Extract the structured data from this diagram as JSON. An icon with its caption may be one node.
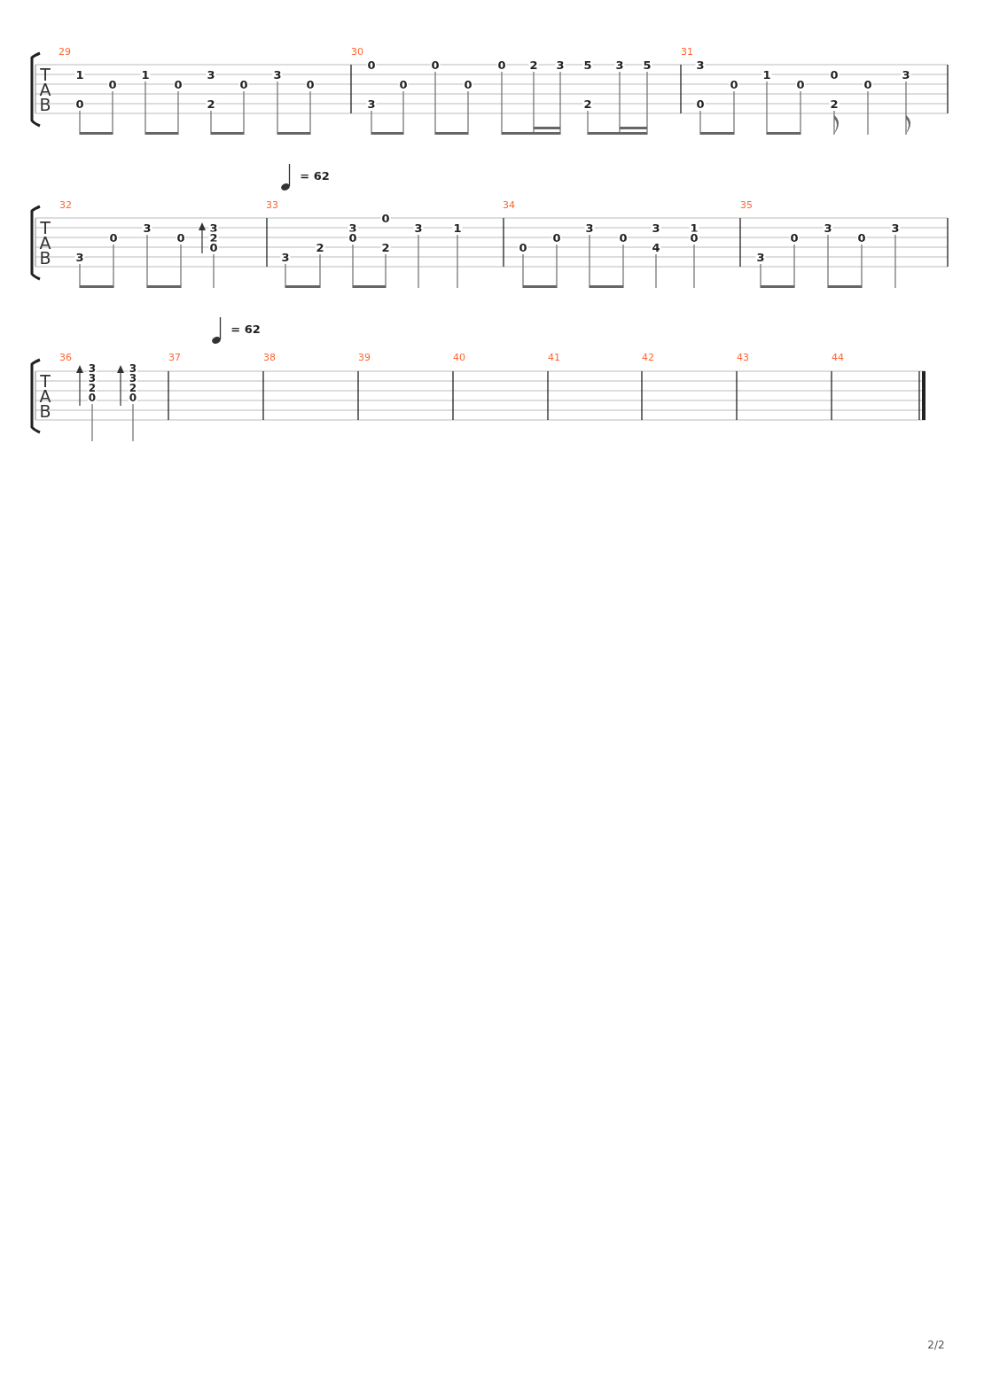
{
  "diagram": {
    "labels": [
      "29",
      "30",
      "31",
      "T",
      "A",
      "B",
      "1",
      "0",
      "0",
      "1",
      "0",
      "3",
      "2",
      "0",
      "3",
      "0",
      "0",
      "3",
      "0",
      "0",
      "0",
      "0",
      "2",
      "3",
      "5",
      "2",
      "3",
      "5",
      "3",
      "0",
      "0",
      "1",
      "0",
      "0",
      "2",
      "0",
      "3",
      "= 62",
      "32",
      "33",
      "34",
      "35",
      "T",
      "A",
      "B",
      "3",
      "0",
      "3",
      "0",
      "3",
      "2",
      "0",
      "3",
      "2",
      "3",
      "0",
      "0",
      "2",
      "3",
      "1",
      "0",
      "0",
      "3",
      "0",
      "3",
      "4",
      "1",
      "0",
      "3",
      "0",
      "3",
      "0",
      "3",
      "= 62",
      "36",
      "37",
      "38",
      "39",
      "40",
      "41",
      "42",
      "43",
      "44",
      "T",
      "A",
      "B",
      "3",
      "3",
      "2",
      "0",
      "3",
      "3",
      "2",
      "0",
      "2/2"
    ]
  }
}
